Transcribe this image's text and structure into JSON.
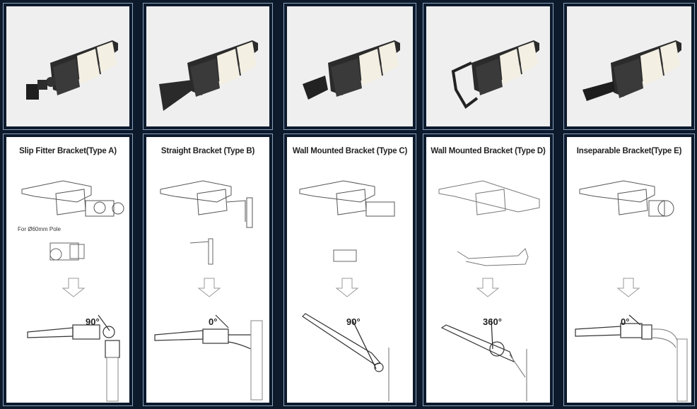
{
  "colors": {
    "background": "#0c1a2c",
    "frame": "#8ea3bd",
    "photo_bg": "#efeff0",
    "drawing_bg": "#ffffff",
    "fixture_dark": "#2a2a2a",
    "led_panel": "#f4f1e6"
  },
  "brackets": [
    {
      "id": "A",
      "title": "Slip Fitter Bracket(Type A)",
      "note": "For Ø60mm Pole",
      "angle": "90°",
      "photo_icon": "slip-fitter-fixture",
      "mount": "pole-top"
    },
    {
      "id": "B",
      "title": "Straight Bracket (Type B)",
      "note": "",
      "angle": "0°",
      "photo_icon": "straight-arm-fixture",
      "mount": "pole-side"
    },
    {
      "id": "C",
      "title": "Wall Mounted Bracket (Type C)",
      "note": "",
      "angle": "90°",
      "photo_icon": "wall-mount-fixture",
      "mount": "wall"
    },
    {
      "id": "D",
      "title": "Wall Mounted Bracket (Type D)",
      "note": "",
      "angle": "360°",
      "photo_icon": "yoke-mount-fixture",
      "mount": "wall"
    },
    {
      "id": "E",
      "title": "Inseparable Bracket(Type E)",
      "note": "",
      "angle": "0°",
      "photo_icon": "inseparable-arm-fixture",
      "mount": "pole-side"
    }
  ]
}
